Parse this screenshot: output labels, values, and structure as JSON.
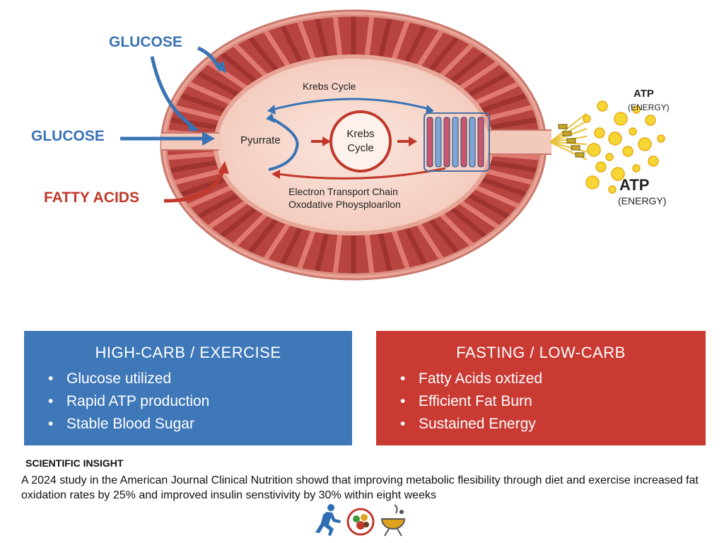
{
  "inputs": {
    "glucose_top": "GLUCOSE",
    "glucose_mid": "GLUCOSE",
    "fatty_acids": "FATTY ACIDS"
  },
  "mitochondrion": {
    "krebs_arrow_label": "Krebs Cycle",
    "pyruvate": "Pyurrate",
    "krebs_circle_line1": "Krebs",
    "krebs_circle_line2": "Cycle",
    "etc_line1": "Electron Transport Chain",
    "etc_line2": "Oxodative Phoysploarilon"
  },
  "outputs": {
    "atp_small": "ATP",
    "energy_small": "(ENERGY)",
    "atp_large": "ATP",
    "energy_large": "(ENERGY)"
  },
  "panels": {
    "left": {
      "title": "HIGH-CARB / EXERCISE",
      "items": [
        "Glucose utilized",
        "Rapid ATP production",
        "Stable Blood Sugar"
      ]
    },
    "right": {
      "title": "FASTING / LOW-CARB",
      "items": [
        "Fatty Acids oxtized",
        "Efficient Fat Burn",
        "Sustained Energy"
      ]
    }
  },
  "insight": {
    "title": "SCIENTIFIC INSIGHT",
    "body": "A 2024 study in the American Journal Clinical Nutrition showd that improving metabolic flesibility through diet and exercise increased fat oxidation rates by 25% and improved insulin senstivivity by 30% within eight weeks"
  },
  "icons": [
    "runner-icon",
    "food-plate-icon",
    "grill-icon"
  ],
  "colors": {
    "blue": "#3a73b4",
    "red": "#c0392b",
    "panel_blue": "#3f78b9",
    "panel_red": "#c93a33",
    "muscle": "#c4504a",
    "membrane": "#e8a89b",
    "matrix": "#f8dcd2"
  }
}
